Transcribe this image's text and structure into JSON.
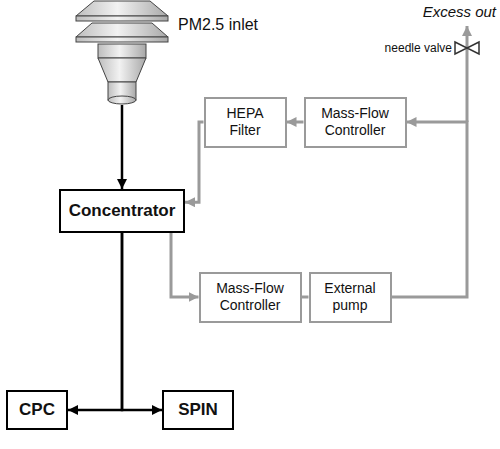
{
  "diagram": {
    "nodes": [
      {
        "text": [
          "PM2.5 inlet"
        ]
      },
      {
        "text": [
          "HEPA Filter"
        ]
      },
      {
        "text": [
          "Mass-Flow Controller"
        ]
      },
      {
        "text": [
          "Concentrator"
        ]
      },
      {
        "text": [
          "Mass-Flow Controller"
        ]
      },
      {
        "text": [
          "External pump"
        ]
      },
      {
        "text": [
          "CPC"
        ]
      },
      {
        "text": [
          "SPIN"
        ]
      }
    ],
    "edges": [
      {
        "from": 0,
        "to": 3,
        "arrow": "to"
      },
      {
        "from": 2,
        "to": 1,
        "arrow": "to"
      },
      {
        "from": 1,
        "to": 3,
        "arrow": "to"
      },
      {
        "from": 3,
        "to": 4,
        "arrow": "to"
      },
      {
        "from": 4,
        "to": 5,
        "arrow": "none"
      },
      {
        "from": 5,
        "to": 2,
        "arrow": "to"
      },
      {
        "from": 3,
        "to": 6,
        "arrow": "to"
      },
      {
        "from": 3,
        "to": 7,
        "arrow": "to"
      }
    ],
    "labels": [
      "Excess out",
      "needle valve"
    ]
  }
}
